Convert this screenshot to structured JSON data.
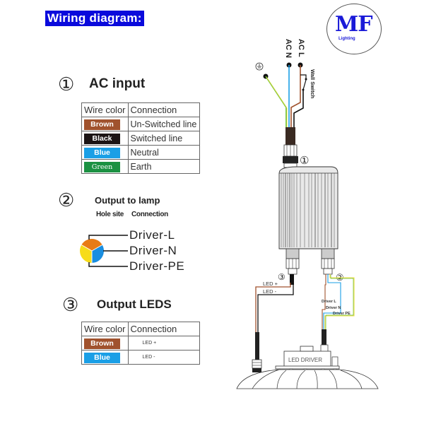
{
  "header": {
    "title": "Wiring diagram:"
  },
  "logo": {
    "letters": "MF",
    "subtitle": "Lighting",
    "color": "#1a1ad8"
  },
  "sections": {
    "ac_input": {
      "number": "①",
      "title": "AC input",
      "table": {
        "headers": [
          "Wire color",
          "Connection"
        ],
        "rows": [
          {
            "color_name": "Brown",
            "color": "#a0522d",
            "connection": "Un-Switched line"
          },
          {
            "color_name": "Black",
            "color": "#1c1414",
            "connection": "Switched line"
          },
          {
            "color_name": "Blue",
            "color": "#1a9fe6",
            "connection": "Neutral"
          },
          {
            "color_name": "Green",
            "color": "#1b9142",
            "connection": "Earth"
          }
        ]
      }
    },
    "output_lamp": {
      "number": "②",
      "title": "Output to lamp",
      "col_hole": "Hole site",
      "col_conn": "Connection",
      "segment_colors": {
        "L": "#e87b16",
        "N": "#1a8ee0",
        "PE": "#f7dc1a"
      },
      "labels": [
        "Driver-L",
        "Driver-N",
        "Driver-PE"
      ]
    },
    "output_leds": {
      "number": "③",
      "title": "Output LEDS",
      "table": {
        "headers": [
          "Wire color",
          "Connection"
        ],
        "rows": [
          {
            "color_name": "Brown",
            "color": "#a0522d",
            "connection": "LED +"
          },
          {
            "color_name": "Blue",
            "color": "#1a9fe6",
            "connection": "LED -"
          }
        ]
      }
    }
  },
  "diagram": {
    "terminals": {
      "ac_l": "AC L",
      "ac_n": "AC N"
    },
    "wall_switch": "Wall Switch",
    "markers": [
      "①",
      "②",
      "③"
    ],
    "led_plus": "LED +",
    "led_minus": "LED -",
    "driver_l": "Driver L",
    "driver_n": "Driver N",
    "driver_pe": "Driver PE",
    "led_driver": "LED DRIVER",
    "wire_colors": {
      "brown": "#a0522d",
      "black": "#111111",
      "blue": "#1a9fe6",
      "green": "#5cb82a",
      "yellow": "#f0e040"
    }
  }
}
